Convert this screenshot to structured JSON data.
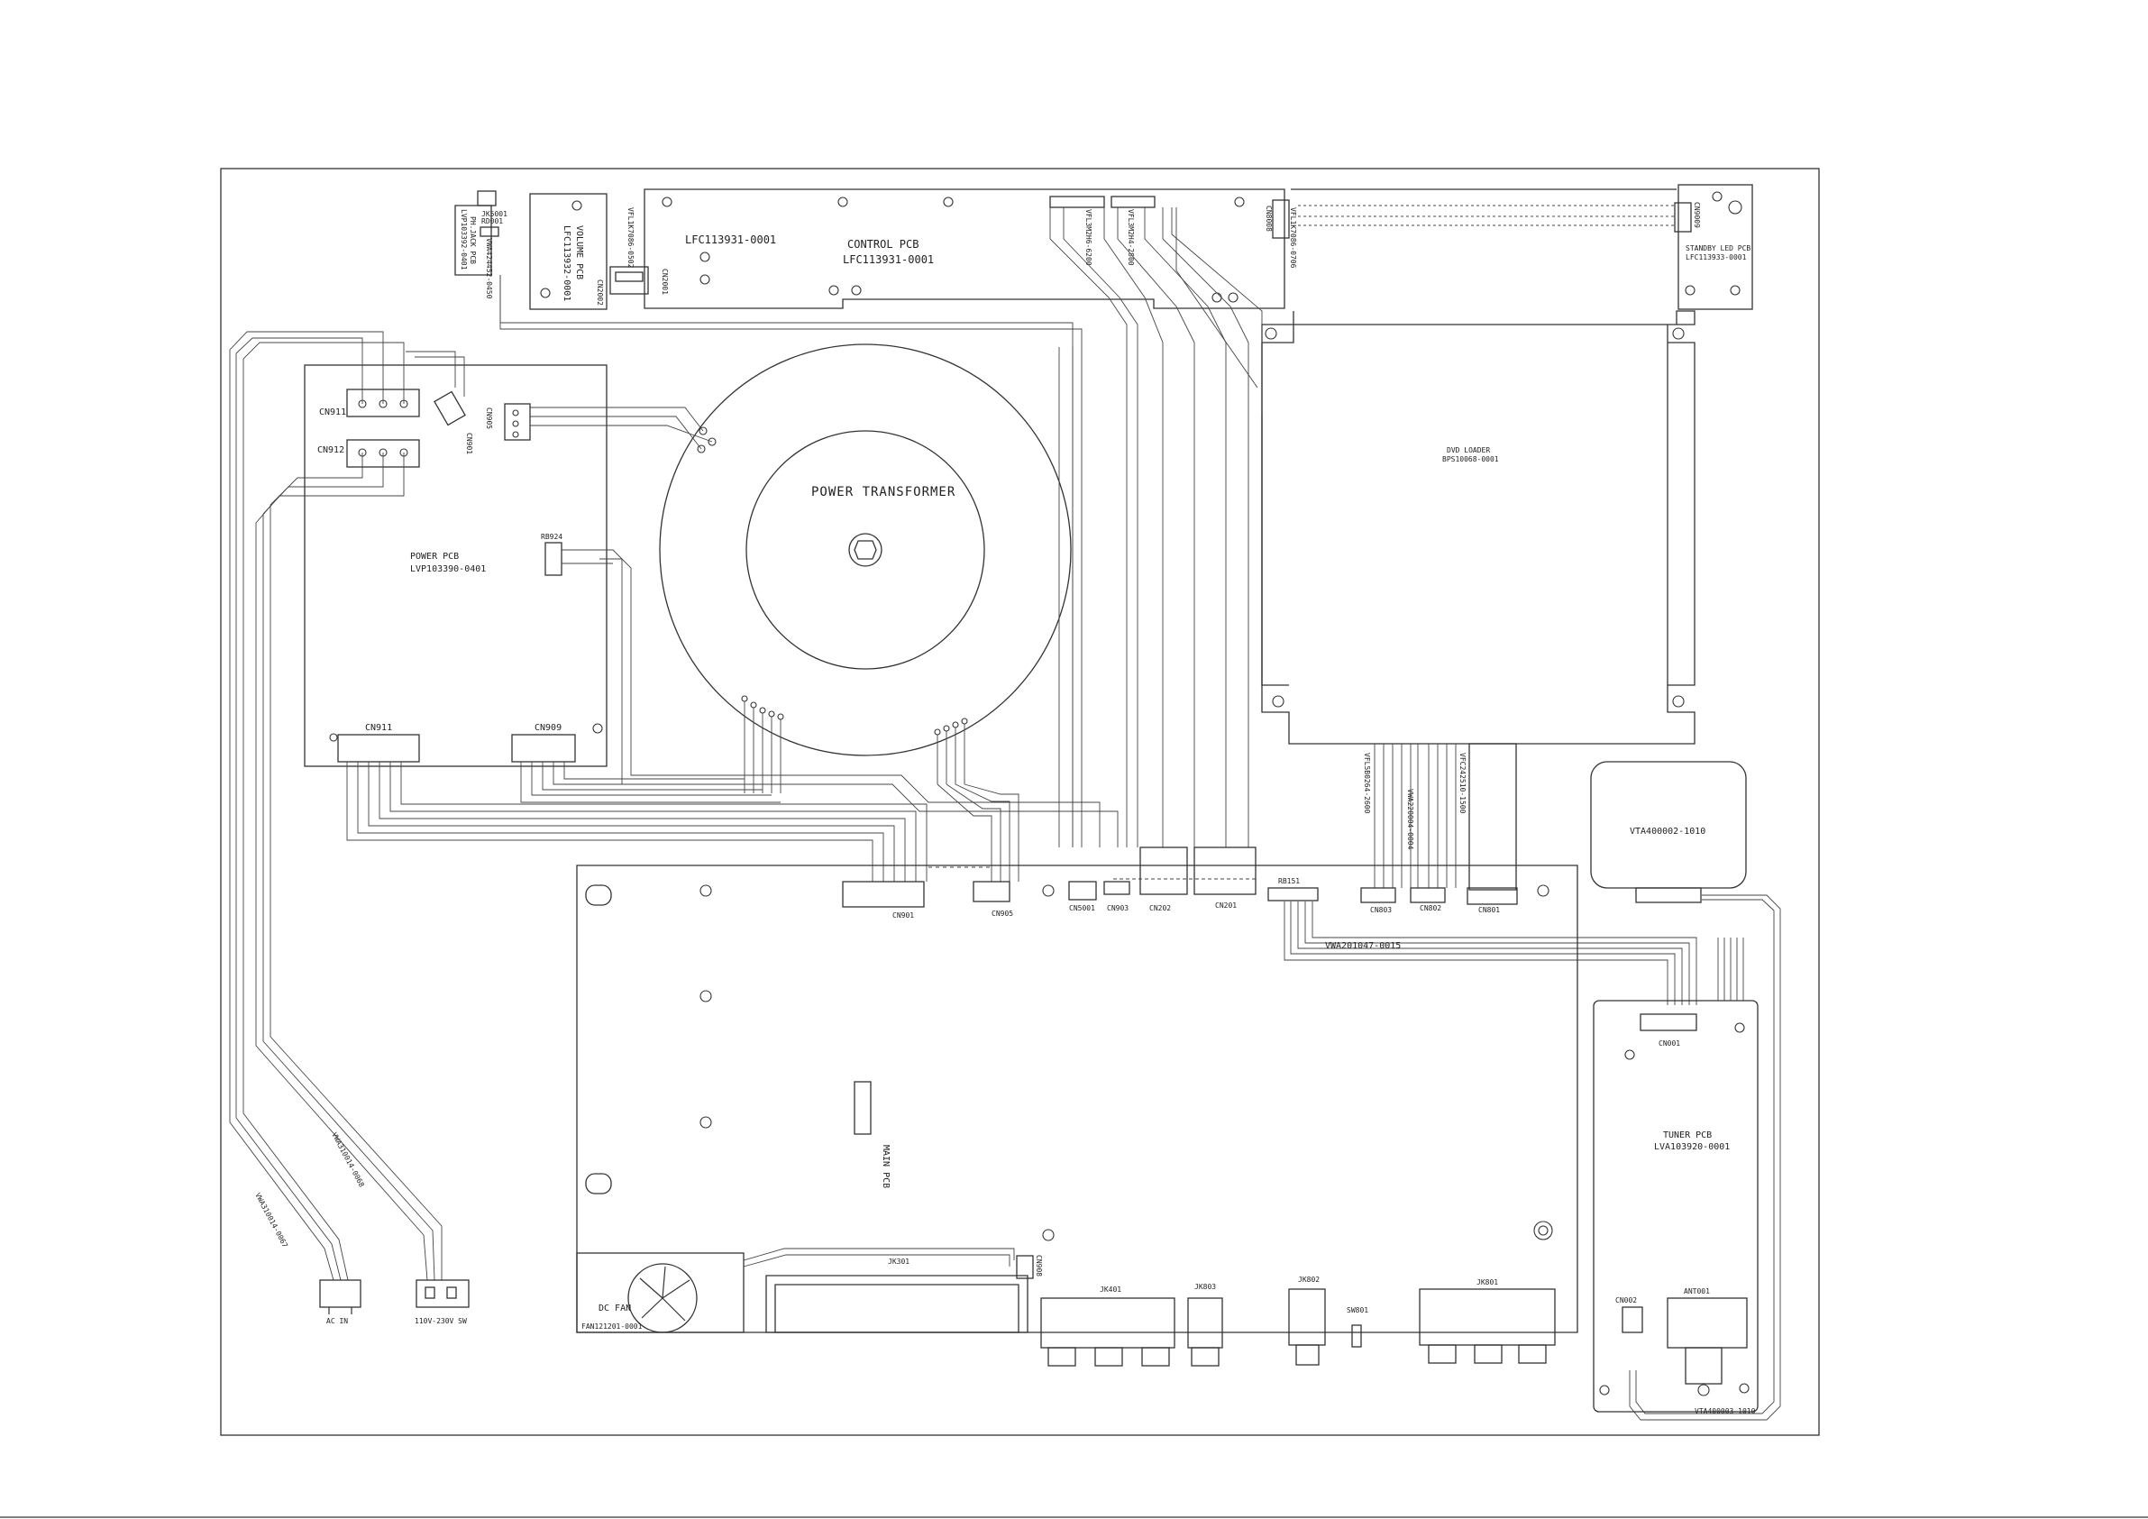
{
  "diagram": {
    "labels": {
      "control_pcb": "CONTROL PCB",
      "control_pcb_no": "LFC113931-0001",
      "control_pcb_no_left": "LFC113931-0001",
      "volume_pcb": "VOLUME PCB",
      "volume_pcb_no": "LFC113932-0001",
      "jk5001": "JK5001",
      "phjack_pcb": "PH.JACK PCB",
      "lvp_no": "LVP103392-0401",
      "wire_vwa_0450": "VWA424452-0450",
      "wire_vfl_0502": "VFL1K7086-0502",
      "cn2001": "CN2001",
      "cn2002": "CN2002",
      "rd001": "RD001",
      "wire_vfl_2800": "VFL3M2H4-2800",
      "wire_vfl_6200": "VFL3M2H6-6200",
      "cn8008": "CN8008",
      "wire_vfl_right": "VFL1K7086-0706",
      "cn9009": "CN9009",
      "standby_led_pcb": "STANDBY LED PCB",
      "standby_led_no": "LFC113933-0001",
      "dvd_loader": "DVD LOADER",
      "dvd_loader_no": "BPS10068-0001",
      "power_transformer": "POWER TRANSFORMER",
      "cn911_top": "CN911",
      "cn912": "CN912",
      "cn905_top": "CN905",
      "cn901_top": "CN901",
      "rb924": "RB924",
      "power_pcb": "POWER PCB",
      "power_pcb_no": "LVP103390-0401",
      "cn911_bottom": "CN911",
      "cn909": "CN909",
      "wire_vfl_2600": "VFL5B0264-2600",
      "wire_vwa_0004": "VWA220004-0004",
      "wire_vfc_1500": "VFC242510-1500",
      "vta400002": "VTA400002-1010",
      "cn901": "CN901",
      "cn905": "CN905",
      "cn5001": "CN5001",
      "cn903": "CN903",
      "cn202": "CN202",
      "cn201": "CN201",
      "rb151": "RB151",
      "cn803": "CN803",
      "cn802": "CN802",
      "cn801": "CN801",
      "wire_vwa_0015": "VWA201047-0015",
      "cn001": "CN001",
      "tuner_pcb": "TUNER PCB",
      "tuner_pcb_no": "LVA103920-0001",
      "main_pcb": "MAIN PCB",
      "wire_vwa_0068": "VWA310014-0068",
      "wire_vwa_0067": "VWA310014-0067",
      "ac_in": "AC IN",
      "voltage_sw": "110V-230V SW",
      "dc_fan": "DC FAN",
      "dc_fan_no": "FAN121201-0001",
      "jk301": "JK301",
      "cn908": "CN908",
      "jk401": "JK401",
      "jk803": "JK803",
      "jk802": "JK802",
      "sw801": "SW801",
      "jk801": "JK801",
      "cn002": "CN002",
      "ant001": "ANT001",
      "vta400003": "VTA400003-1010"
    }
  }
}
